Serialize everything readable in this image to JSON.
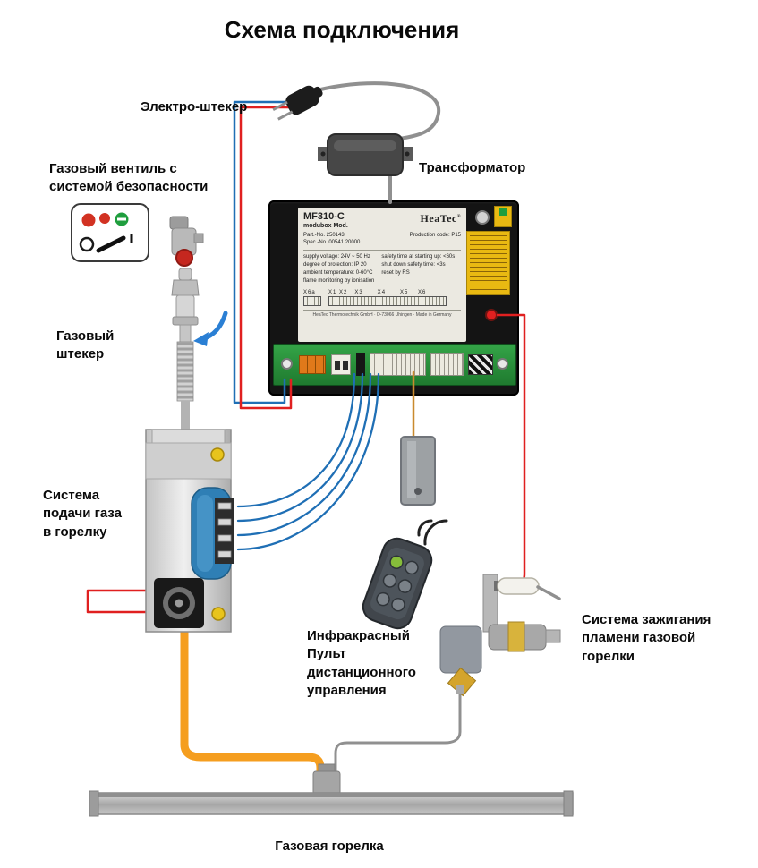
{
  "title": "Схема подключения",
  "labels": {
    "electro_plug": "Электро-штекер",
    "transformer": "Трансформатор",
    "gas_valve": "Газовый вентиль с\nсистемой безопасности",
    "gas_plug": "Газовый\nштекер",
    "gas_supply": "Система\nподачи газа\nв горелку",
    "remote": "Инфракрасный\nПульт\nдистанционного\nуправления",
    "ignition": "Система зажигания\nпламени газовой\nгорелки",
    "burner": "Газовая горелка"
  },
  "control_unit": {
    "brand": "HeaTec",
    "brand_reg": "®",
    "model": "MF310-C",
    "model_sub": "modubox  Mod.",
    "part_no": "Part.-No. 250143",
    "spec_no": "Spec.-No. 00541 20000",
    "production_code": "Production code: P15",
    "specs_left": "supply voltage: 24V ~ 50 Hz\ndegree of protection: IP 20\nambient temperature: 0-60°C\nflame monitoring by ionisation",
    "specs_right": "safety time at starting up: <60s\nshut down safety time: <3s\nreset by RS",
    "terminal_group_left": "X6a",
    "terminal_row": "X1 X2   X3      X4      X5    X6",
    "footer": "HeaTec Thermotechnik GmbH · D-73066 Uhingen · Made in Germany"
  },
  "colors": {
    "wire_red": "#e02020",
    "wire_blue": "#1f6fb5",
    "wire_orange": "#c98a2e",
    "wire_gray": "#909090",
    "gas_pipe": "#f59e1f",
    "pcb_green": "#2f9642",
    "unit_black": "#141414",
    "sticker_yellow": "#e9b912"
  }
}
